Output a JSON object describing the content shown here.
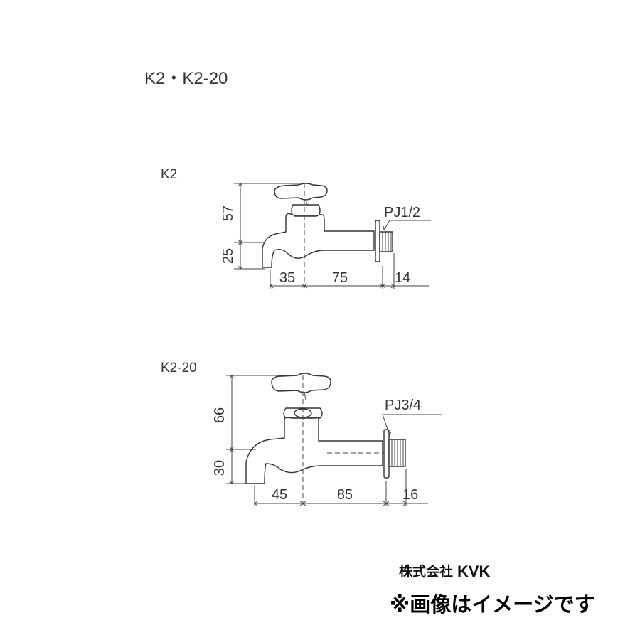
{
  "title": "K2・K2-20",
  "models": [
    {
      "label": "K2",
      "pipe_thread": "PJ1/2",
      "dims": {
        "height_upper": "57",
        "height_lower": "25",
        "spout": "35",
        "body": "75",
        "thread": "14"
      }
    },
    {
      "label": "K2-20",
      "pipe_thread": "PJ3/4",
      "dims": {
        "height_upper": "66",
        "height_lower": "30",
        "spout": "45",
        "body": "85",
        "thread": "16"
      }
    }
  ],
  "brand": {
    "company": "株式会社",
    "logo": "KVK"
  },
  "notice": "※画像はイメージです"
}
